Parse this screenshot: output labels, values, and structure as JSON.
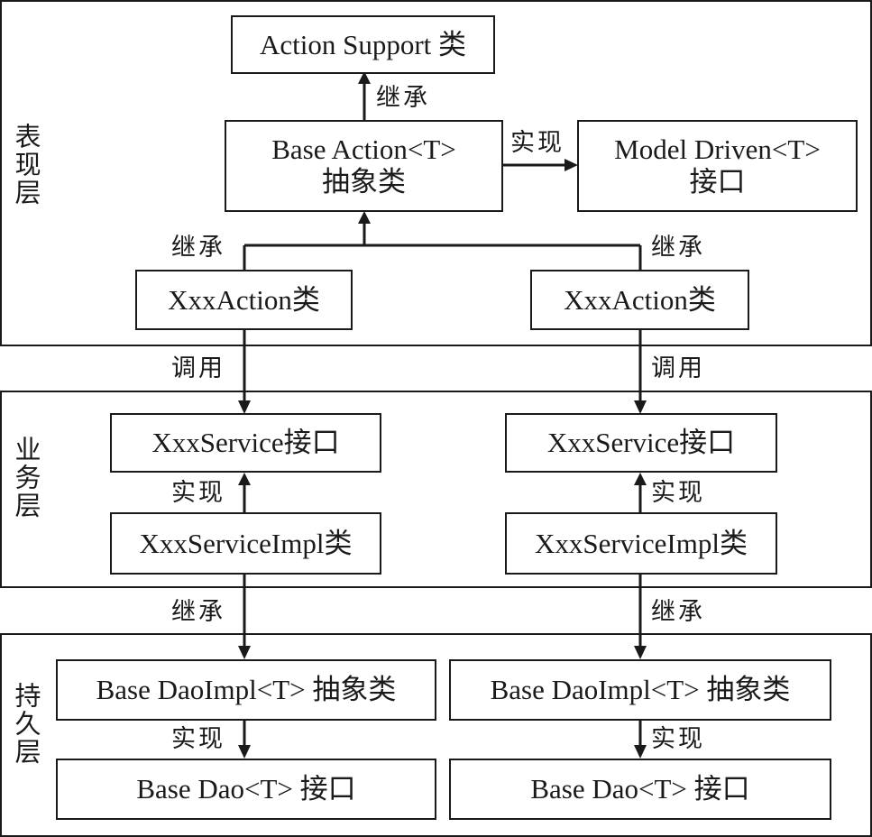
{
  "layers": {
    "presentation": "表现层",
    "business": "业务层",
    "persistence": "持久层"
  },
  "boxes": {
    "action_support": "Action Support 类",
    "base_action_line1": "Base Action<T>",
    "base_action_line2": "抽象类",
    "model_driven_line1": "Model Driven<T>",
    "model_driven_line2": "接口",
    "action_left": "XxxAction类",
    "action_right": "XxxAction类",
    "service_left": "XxxService接口",
    "service_right": "XxxService接口",
    "service_impl_left": "XxxServiceImpl类",
    "service_impl_right": "XxxServiceImpl类",
    "dao_impl_left": "Base DaoImpl<T> 抽象类",
    "dao_impl_right": "Base DaoImpl<T> 抽象类",
    "dao_left": "Base Dao<T> 接口",
    "dao_right": "Base Dao<T> 接口"
  },
  "relations": {
    "inherit_top": "继承",
    "implement_top": "实现",
    "inherit_action_left": "继承",
    "inherit_action_right": "继承",
    "call_left": "调用",
    "call_right": "调用",
    "implement_service_left": "实现",
    "implement_service_right": "实现",
    "inherit_dao_left": "继承",
    "inherit_dao_right": "继承",
    "implement_dao_left": "实现",
    "implement_dao_right": "实现"
  }
}
